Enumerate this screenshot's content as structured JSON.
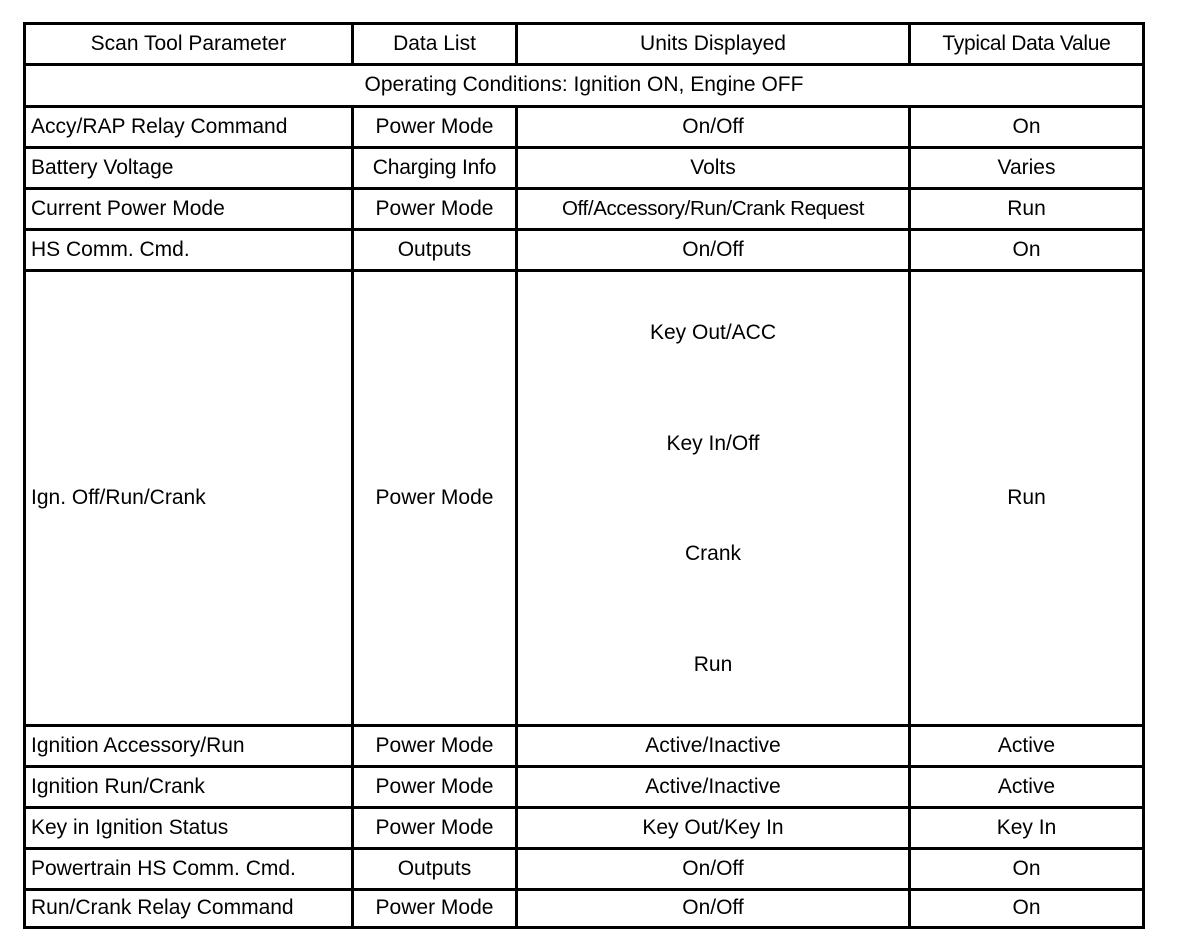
{
  "table": {
    "headers": {
      "parameter": "Scan Tool Parameter",
      "data_list": "Data List",
      "units": "Units Displayed",
      "typical": "Typical Data Value"
    },
    "section_banner": "Operating Conditions: Ignition ON, Engine OFF",
    "rows": [
      {
        "parameter": "Accy/RAP Relay Command",
        "data_list": "Power Mode",
        "units": "On/Off",
        "typical": "On"
      },
      {
        "parameter": "Battery Voltage",
        "data_list": "Charging Info",
        "units": "Volts",
        "typical": "Varies"
      },
      {
        "parameter": "Current Power Mode",
        "data_list": "Power Mode",
        "units": "Off/Accessory/Run/Crank Request",
        "typical": "Run"
      },
      {
        "parameter": "HS Comm. Cmd.",
        "data_list": "Outputs",
        "units": "On/Off",
        "typical": "On"
      },
      {
        "parameter": "Ign. Off/Run/Crank",
        "data_list": "Power Mode",
        "units_lines": [
          "Key Out/ACC",
          "Key In/Off",
          "Crank",
          "Run"
        ],
        "typical": "Run"
      },
      {
        "parameter": "Ignition Accessory/Run",
        "data_list": "Power Mode",
        "units": "Active/Inactive",
        "typical": "Active"
      },
      {
        "parameter": "Ignition Run/Crank",
        "data_list": "Power Mode",
        "units": "Active/Inactive",
        "typical": "Active"
      },
      {
        "parameter": "Key in Ignition Status",
        "data_list": "Power Mode",
        "units": "Key Out/Key In",
        "typical": "Key In"
      },
      {
        "parameter": "Powertrain HS Comm. Cmd.",
        "data_list": "Outputs",
        "units": "On/Off",
        "typical": "On"
      },
      {
        "parameter": "Run/Crank Relay Command",
        "data_list": "Power Mode",
        "units": "On/Off",
        "typical": "On"
      }
    ]
  },
  "colors": {
    "border": "#000000",
    "background": "#ffffff",
    "text": "#000000"
  }
}
